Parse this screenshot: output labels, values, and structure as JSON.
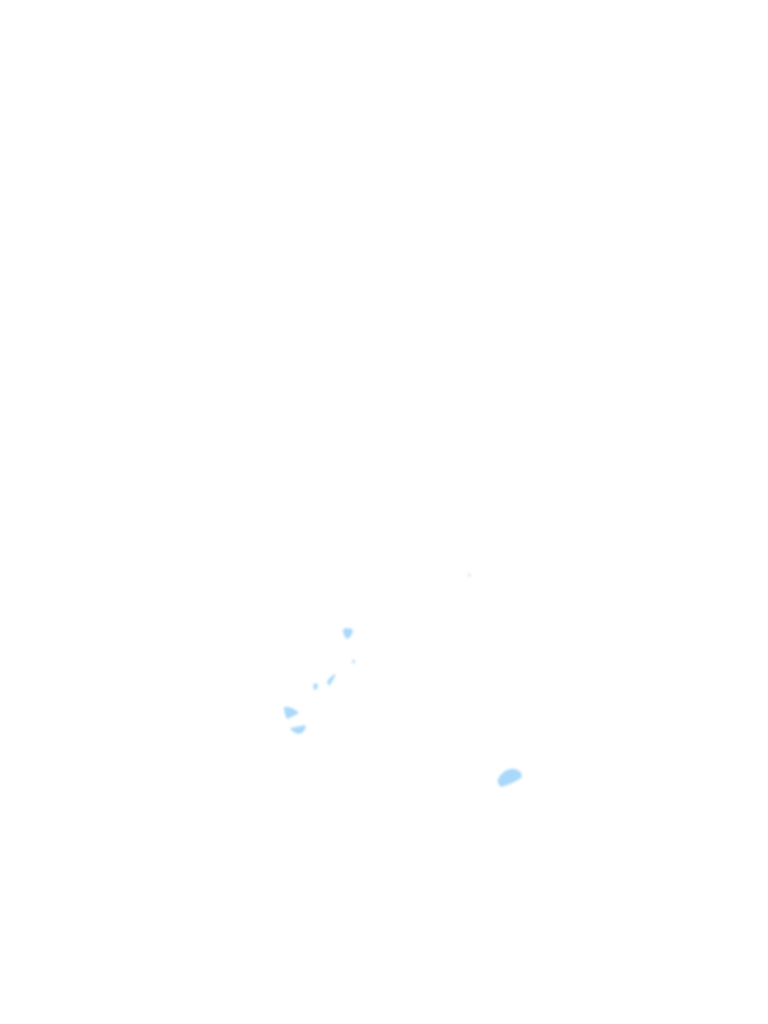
{
  "map": {
    "background_color": "#ffffff",
    "water_color": "#a9d8fb",
    "features": [
      {
        "type": "water-body"
      },
      {
        "type": "water-body"
      },
      {
        "type": "water-body"
      },
      {
        "type": "water-body"
      },
      {
        "type": "water-body"
      },
      {
        "type": "water-body"
      },
      {
        "type": "water-body"
      },
      {
        "type": "water-body"
      }
    ]
  }
}
